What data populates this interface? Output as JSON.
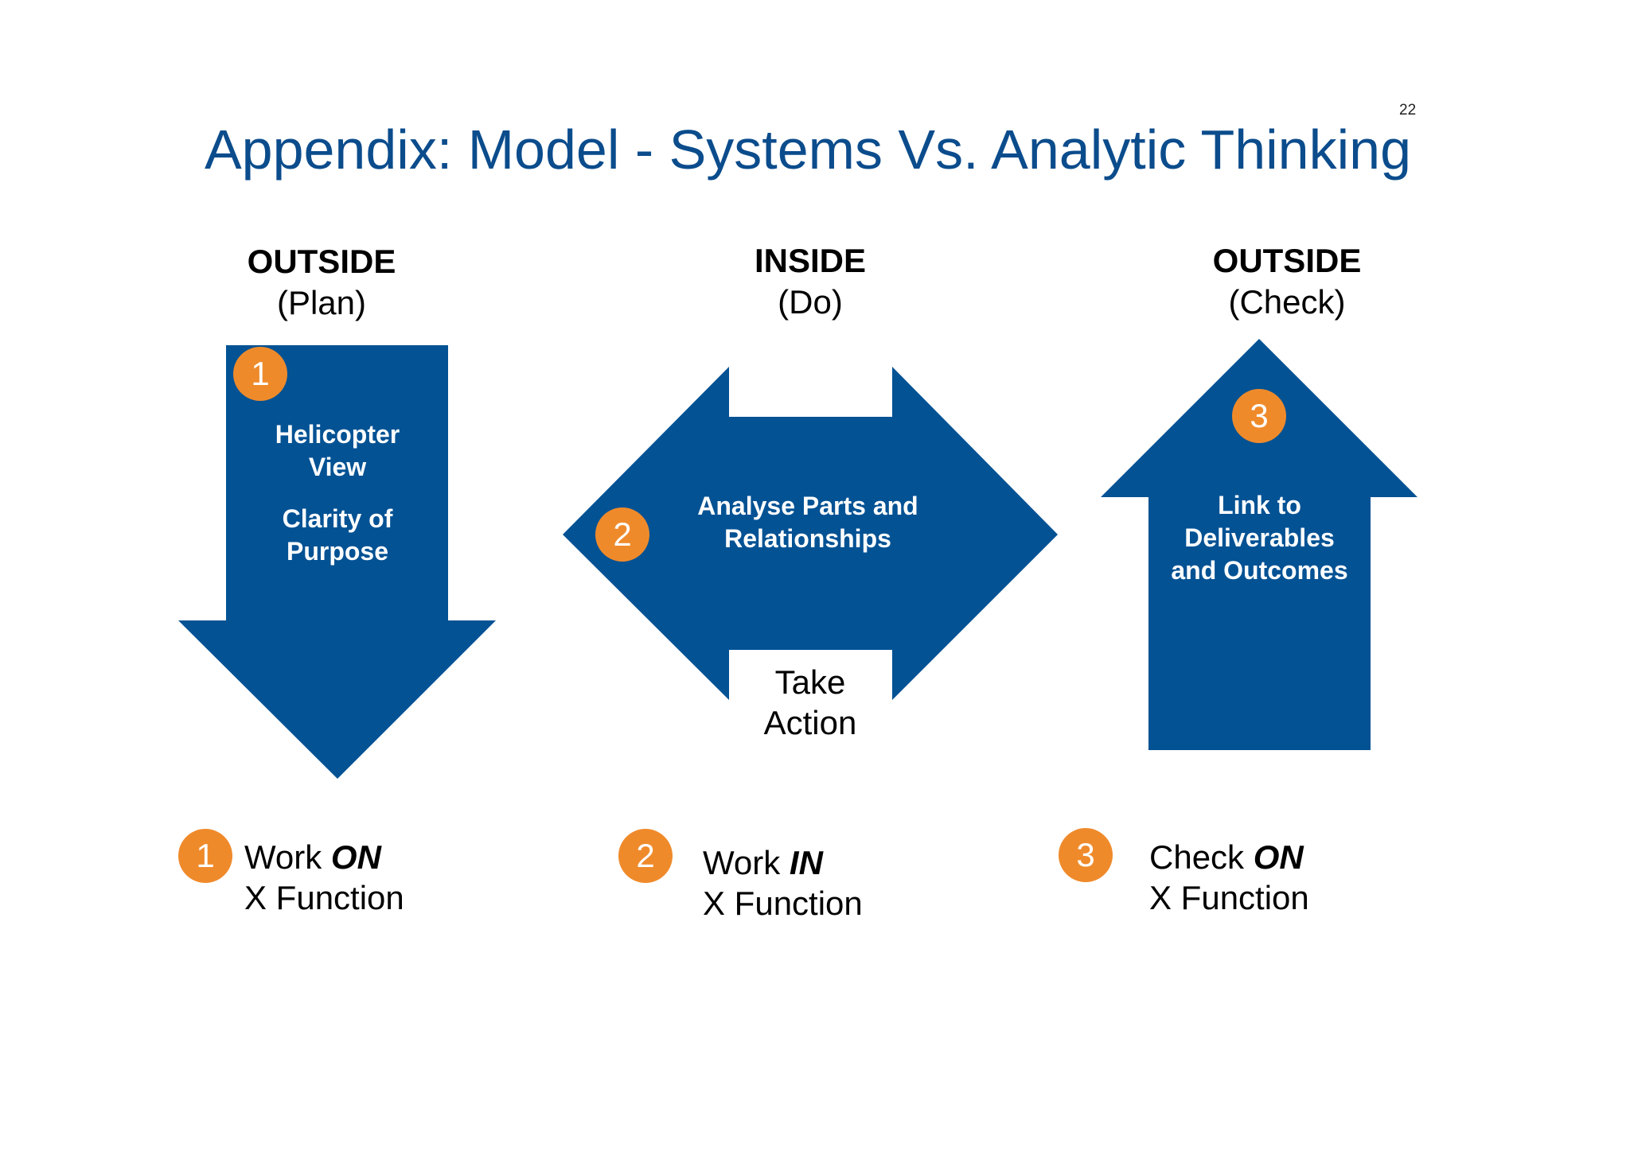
{
  "page_number": "22",
  "title": "Appendix: Model - Systems Vs. Analytic Thinking",
  "colors": {
    "arrow": "#035294",
    "badge": "#ef8a2b",
    "title": "#0b4c8c"
  },
  "columns": [
    {
      "heading": "OUTSIDE",
      "subheading": "(Plan)"
    },
    {
      "heading": "INSIDE",
      "subheading": "(Do)"
    },
    {
      "heading": "OUTSIDE",
      "subheading": "(Check)"
    }
  ],
  "arrows": {
    "down": {
      "badge": "1",
      "line1": "Helicopter",
      "line2": "View",
      "line3": "Clarity of",
      "line4": "Purpose"
    },
    "double": {
      "badge": "2",
      "line1": "Analyse Parts and",
      "line2": "Relationships",
      "action1": "Take",
      "action2": "Action"
    },
    "up": {
      "badge": "3",
      "line1": "Link to",
      "line2": "Deliverables",
      "line3": "and Outcomes"
    }
  },
  "legend": [
    {
      "badge": "1",
      "verb": "Work",
      "emphasis": "ON",
      "line2": "X Function"
    },
    {
      "badge": "2",
      "verb": "Work",
      "emphasis": "IN",
      "line2": "X Function"
    },
    {
      "badge": "3",
      "verb": "Check",
      "emphasis": "ON",
      "line2": "X Function"
    }
  ]
}
